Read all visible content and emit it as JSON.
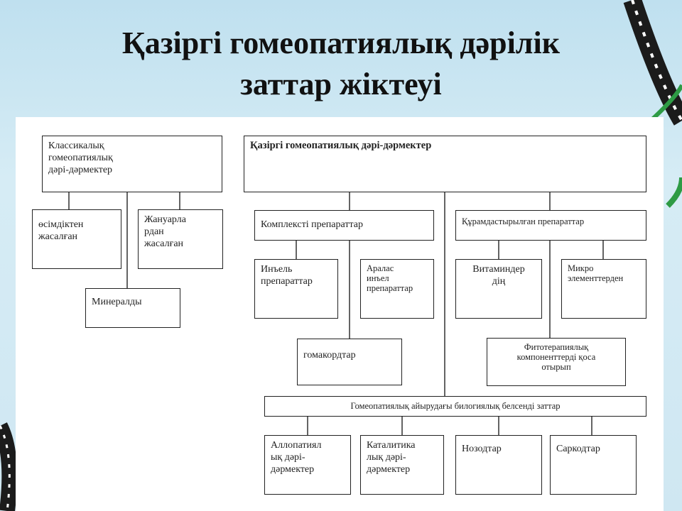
{
  "title": {
    "line1": "Қазіргі гомеопатиялық дәрілік",
    "line2": "заттар жіктеуі"
  },
  "colors": {
    "background": "#cfe7f2",
    "panel": "#ffffff",
    "line": "#222222",
    "decor_green": "#2e9b45",
    "decor_dark": "#1b1b1b"
  },
  "diagram": {
    "classic": {
      "label": [
        "Классикалық",
        "гомеопатиялық",
        " дәрі-дәрмектер"
      ],
      "plant": [
        "өсімдіктен",
        "жасалған"
      ],
      "animal": [
        "Жануарла",
        "рдан",
        "жасалған"
      ],
      "mineral": [
        "Минералды"
      ]
    },
    "modern": {
      "label": [
        "Қазіргі  гомеопатиялық  дәрі-дәрмектер"
      ],
      "complex": [
        "Комплексті  препараттар"
      ],
      "injection": [
        "Инъель",
        "препараттар"
      ],
      "mixed_injection": [
        "Аралас",
        "инъел",
        "препараттар"
      ],
      "homacord": [
        "гомакордтар"
      ],
      "combined": [
        "Құрамдастырылған препараттар"
      ],
      "vitamins": [
        "Витаминдер",
        "дің"
      ],
      "microelements": [
        "Микро",
        "элементтерден"
      ],
      "phyto": [
        "Фитотерапиялық",
        "компоненттерді  қоса",
        "отырып"
      ],
      "bio_active": [
        "Гомеопатиялық  айырудағы  билогиялық белсенді  заттар"
      ],
      "allopathic": [
        "Аллопатиял",
        "ық  дәрі-",
        "дәрмектер"
      ],
      "catalytic": [
        "Каталитика",
        "лық  дәрі-",
        "дәрмектер"
      ],
      "nosodes": [
        "Нозодтар"
      ],
      "sarcodes": [
        "Саркодтар"
      ]
    }
  }
}
